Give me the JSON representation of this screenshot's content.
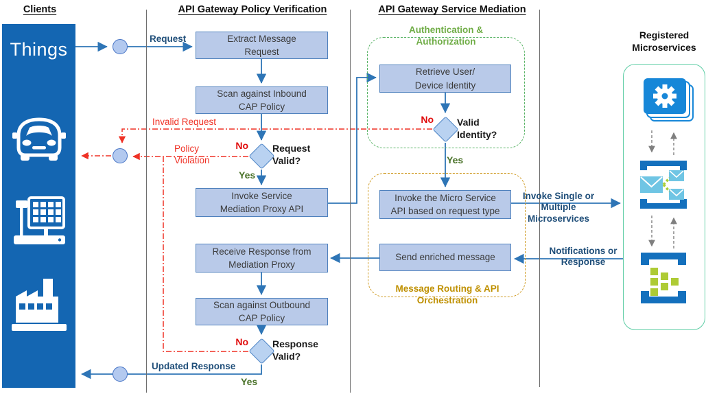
{
  "headers": {
    "clients": "Clients",
    "policy": "API Gateway Policy Verification",
    "mediation": "API Gateway Service Mediation",
    "microservices": "Registered\nMicroservices"
  },
  "panel": {
    "label": "Things",
    "icons": [
      "car-icon",
      "pos-terminal-icon",
      "factory-icon"
    ]
  },
  "boxes": {
    "extract": "Extract Message\nRequest",
    "scan_inbound": "Scan against Inbound\nCAP Policy",
    "invoke_proxy": "Invoke Service\nMediation Proxy API",
    "receive_response": "Receive Response from\nMediation Proxy",
    "scan_outbound": "Scan against Outbound\nCAP Policy",
    "retrieve_identity": "Retrieve User/\nDevice Identity",
    "invoke_micro": "Invoke the Micro Service\nAPI based on request type",
    "send_enriched": "Send enriched message"
  },
  "decisions": {
    "request_valid": "Request\nValid?",
    "valid_identity": "Valid\nIdentity?",
    "response_valid": "Response\nValid?"
  },
  "edge_labels": {
    "request": "Request",
    "invalid_request": "Invalid Request",
    "policy_violation": "Policy\nViolation",
    "updated_response": "Updated Response",
    "invoke_single": "Invoke Single or\nMultiple Microservices",
    "notifications": "Notifications or\nResponse",
    "yes": "Yes",
    "no": "No"
  },
  "groups": {
    "auth": "Authentication &\nAuthorization",
    "routing": "Message Routing & API\nOrchestration"
  },
  "microservice_icons": [
    "gear-icon",
    "message-routing-icon",
    "logic-blocks-icon"
  ],
  "colors": {
    "panel_blue": "#1466b2",
    "box_fill": "#b9cae9",
    "box_border": "#4f81bd",
    "arrow_blue": "#2e75b6",
    "label_blue": "#1f4e79",
    "alert_red": "#ef3125",
    "yes_green": "#4a7229",
    "auth_green": "#70ad47",
    "routing_orange": "#bf9000",
    "ms_border_teal": "#5ecda5",
    "icon_blue": "#1787d8",
    "envelope_blue": "#6fc5e4",
    "lime_green": "#a9cf38"
  }
}
